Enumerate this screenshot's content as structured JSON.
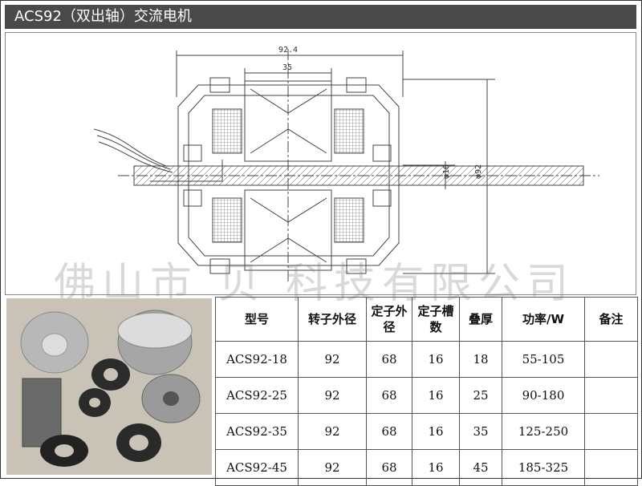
{
  "title": "ACS92（双出轴）交流电机",
  "drawing": {
    "dim_width": "92.4",
    "dim_core": "35",
    "dim_shaft": "φ16",
    "dim_diameter": "φ92"
  },
  "watermark": "佛山市 贝 科技有限公司",
  "table": {
    "headers": [
      "型号",
      "转子外径",
      "定子外径",
      "定子槽数",
      "叠厚",
      "功率/W",
      "备注"
    ],
    "rows": [
      [
        "ACS92-18",
        "92",
        "68",
        "16",
        "18",
        "55-105",
        ""
      ],
      [
        "ACS92-25",
        "92",
        "68",
        "16",
        "25",
        "90-180",
        ""
      ],
      [
        "ACS92-35",
        "92",
        "68",
        "16",
        "35",
        "125-250",
        ""
      ],
      [
        "ACS92-45",
        "92",
        "68",
        "16",
        "45",
        "185-325",
        ""
      ]
    ]
  },
  "colors": {
    "titlebar": "#4a4a4a",
    "photo_bg": "#c9c2b6"
  }
}
